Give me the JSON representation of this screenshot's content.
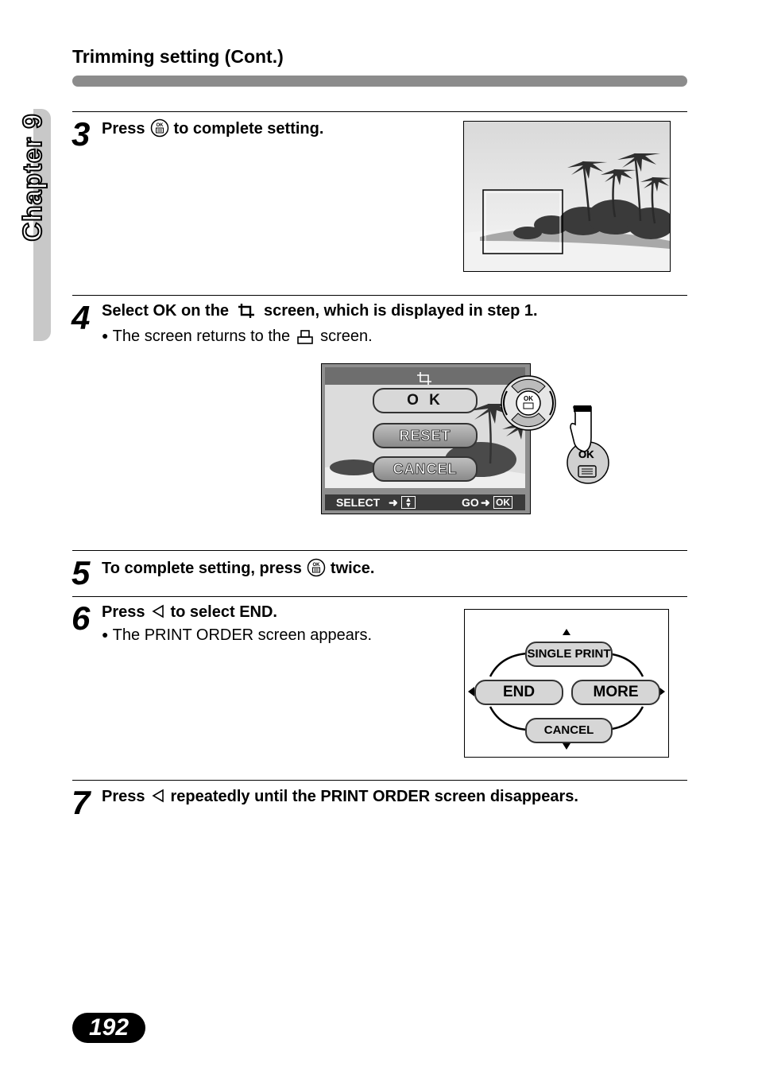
{
  "header": {
    "title": "Trimming setting (Cont.)"
  },
  "chapter": {
    "label": "Chapter 9"
  },
  "steps": [
    {
      "number": "3",
      "pre": "Press",
      "post": "to complete setting."
    },
    {
      "number": "4",
      "pre": "Select OK on the",
      "post": "screen, which is displayed in step 1.",
      "bullet_pre": "The screen returns to the",
      "bullet_post": "screen."
    },
    {
      "number": "5",
      "pre": "To complete setting, press",
      "post": "twice."
    },
    {
      "number": "6",
      "pre": "Press",
      "post": "to select END.",
      "bullet": "The PRINT ORDER screen appears."
    },
    {
      "number": "7",
      "pre": "Press",
      "post": "repeatedly until the PRINT ORDER screen disappears."
    }
  ],
  "bullet_char": "●",
  "trim_menu": {
    "options": [
      "O K",
      "RESET",
      "CANCEL"
    ],
    "select_label": "SELECT",
    "go_label": "GO",
    "ok_key": "OK"
  },
  "dial": {
    "ok_label": "OK"
  },
  "print_order": {
    "single_print": "SINGLE PRINT",
    "end": "END",
    "more": "MORE",
    "cancel": "CANCEL"
  },
  "page": {
    "number": "192"
  },
  "colors": {
    "title_bar": "#8c8c8c",
    "tab": "#c8c8c8",
    "lcd_bar": "#3a3a3a"
  },
  "icons": [
    "ok-button-icon",
    "trim-icon",
    "print-icon",
    "left-arrow-icon",
    "arrow-pad-icon",
    "finger-press-icon"
  ]
}
